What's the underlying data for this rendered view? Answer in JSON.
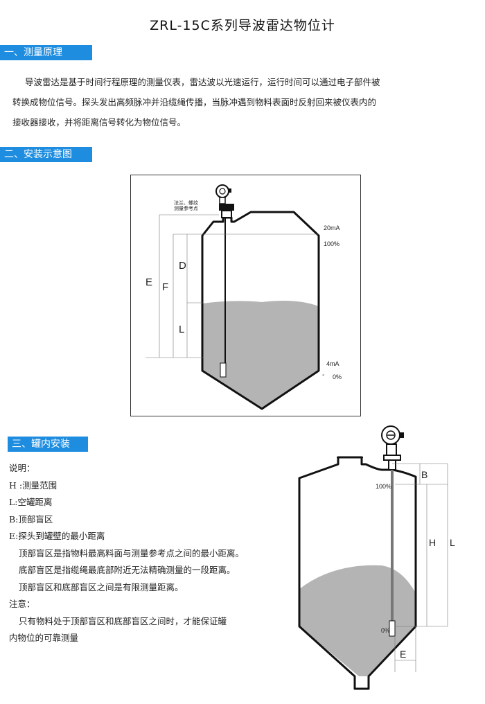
{
  "title": "ZRL-15C系列导波雷达物位计",
  "sections": {
    "principle": {
      "header": "一、测量原理",
      "paragraph_lines": [
        "导波雷达是基于时间行程原理的测量仪表，雷达波以光速运行，运行时间可以通过电子部件被",
        "转换成物位信号。探头发出高频脉冲并沿缆绳传播，当脉冲遇到物料表面时反射回来被仪表内的",
        "接收器接收，并将距离信号转化为物位信号。"
      ]
    },
    "installation_diagram": {
      "header": "二、安装示意图",
      "labels": {
        "flange_line1": "法兰、螺纹",
        "flange_line2": "测量参考点",
        "top_current": "20mA",
        "top_percent": "100%",
        "bottom_current": "4mA",
        "bottom_percent": "0%",
        "dash": "-",
        "E": "E",
        "F": "F",
        "D": "D",
        "L": "L"
      }
    },
    "in_tank": {
      "header": "三、罐内安装",
      "notes": [
        {
          "text": "说明：",
          "indent": false
        },
        {
          "text": "H :测量范围",
          "indent": false
        },
        {
          "text": "L:空罐距离",
          "indent": false
        },
        {
          "text": "B:顶部盲区",
          "indent": false
        },
        {
          "text": "E:探头到罐壁的最小距离",
          "indent": false
        },
        {
          "text": "顶部盲区是指物料最高料面与测量参考点之间的最小距离。",
          "indent": true
        },
        {
          "text": "底部盲区是指缆绳最底部附近无法精确测量的一段距离。",
          "indent": true
        },
        {
          "text": "顶部盲区和底部盲区之间是有限测量距离。",
          "indent": true
        },
        {
          "text": "注意：",
          "indent": false
        },
        {
          "text": "只有物料处于顶部盲区和底部盲区之间时，才能保证罐",
          "indent": true
        },
        {
          "text": "内物位的可靠测量",
          "indent": false
        }
      ],
      "labels": {
        "B": "B",
        "H": "H",
        "L": "L",
        "E": "E",
        "top_percent": "100%",
        "bottom_percent": "0%"
      }
    }
  },
  "colors": {
    "header_bg": "#1e8de0",
    "material": "#b4b4b4",
    "tank_line": "#111111"
  }
}
